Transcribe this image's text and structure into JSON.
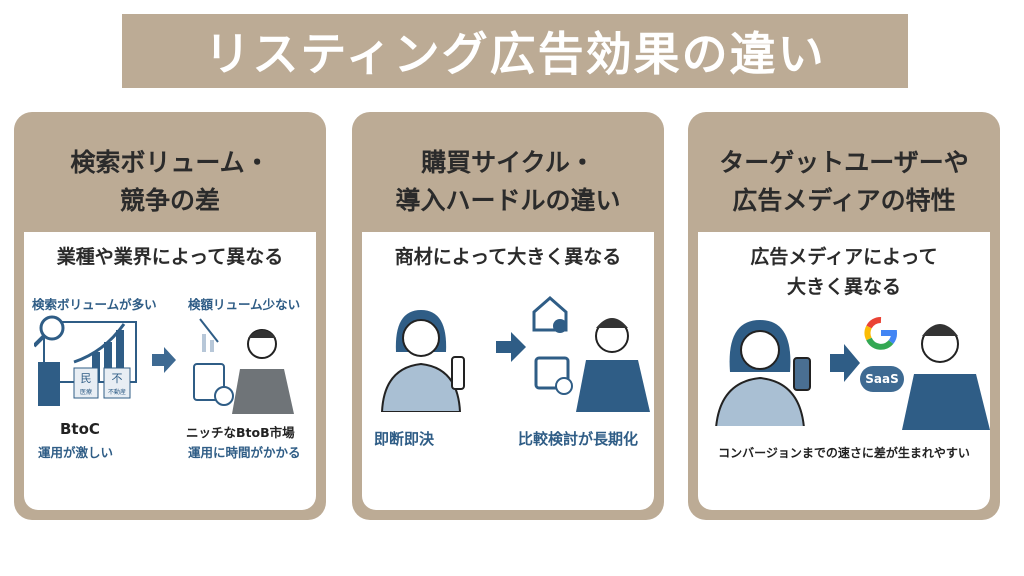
{
  "title": "リスティング広告効果の違い",
  "cards": [
    {
      "heading_line1": "検索ボリューム・",
      "heading_line2": "競争の差",
      "subtitle": "業種や業界によって異なる",
      "left_caption": "検索ボリュームが多い",
      "left_label": "BtoC",
      "left_note": "運用が激しい",
      "right_caption": "検額リューム少ない",
      "right_label": "ニッチなBtoB市場",
      "right_note": "運用に時間がかかる",
      "sign1": "民",
      "sign1_sub": "医療",
      "sign2": "不",
      "sign2_sub": "不動産"
    },
    {
      "heading_line1": "購買サイクル・",
      "heading_line2": "導入ハードルの違い",
      "subtitle": "商材によって大きく異なる",
      "left_note": "即断即決",
      "right_note": "比較検討が長期化"
    },
    {
      "heading_line1": "ターゲットユーザーや",
      "heading_line2": "広告メディアの特性",
      "subtitle_line1": "広告メディアによって",
      "subtitle_line2": "大きく異なる",
      "cloud_label": "SaaS",
      "logo_letter": "G",
      "bottom_note": "コンバージョンまでの速さに差が生まれやすい"
    }
  ],
  "colors": {
    "beige": "#bcab95",
    "blue": "#2f5d86"
  }
}
